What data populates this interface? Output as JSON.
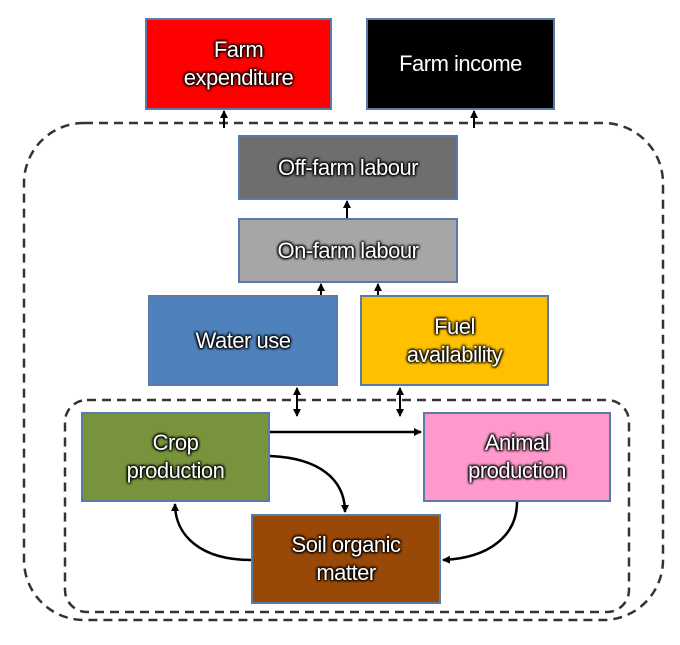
{
  "nodes": {
    "farm_expenditure": {
      "label": "Farm\nexpenditure",
      "color": "#ff0000"
    },
    "farm_income": {
      "label": "Farm income",
      "color": "#000000"
    },
    "off_farm_labour": {
      "label": "Off-farm labour",
      "color": "#6e6e6e"
    },
    "on_farm_labour": {
      "label": "On-farm labour",
      "color": "#a6a6a6"
    },
    "water_use": {
      "label": "Water use",
      "color": "#4f81bd"
    },
    "fuel_availability": {
      "label": "Fuel\navailability",
      "color": "#ffc000"
    },
    "crop_production": {
      "label": "Crop\nproduction",
      "color": "#77933c"
    },
    "animal_production": {
      "label": "Animal\nproduction",
      "color": "#ff99cc"
    },
    "soil_organic_matter": {
      "label": "Soil organic\nmatter",
      "color": "#984807"
    }
  },
  "edges": [
    {
      "from": "on_farm_labour",
      "to": "off_farm_labour"
    },
    {
      "from": "water_use",
      "to": "on_farm_labour"
    },
    {
      "from": "fuel_availability",
      "to": "on_farm_labour"
    },
    {
      "from": "outer_system",
      "to": "farm_expenditure"
    },
    {
      "from": "outer_system",
      "to": "farm_income"
    },
    {
      "from": "water_use",
      "to": "inner_system",
      "bidirectional": true
    },
    {
      "from": "fuel_availability",
      "to": "inner_system",
      "bidirectional": true
    },
    {
      "from": "crop_production",
      "to": "animal_production"
    },
    {
      "from": "crop_production",
      "to": "soil_organic_matter"
    },
    {
      "from": "soil_organic_matter",
      "to": "crop_production"
    },
    {
      "from": "animal_production",
      "to": "soil_organic_matter"
    }
  ]
}
